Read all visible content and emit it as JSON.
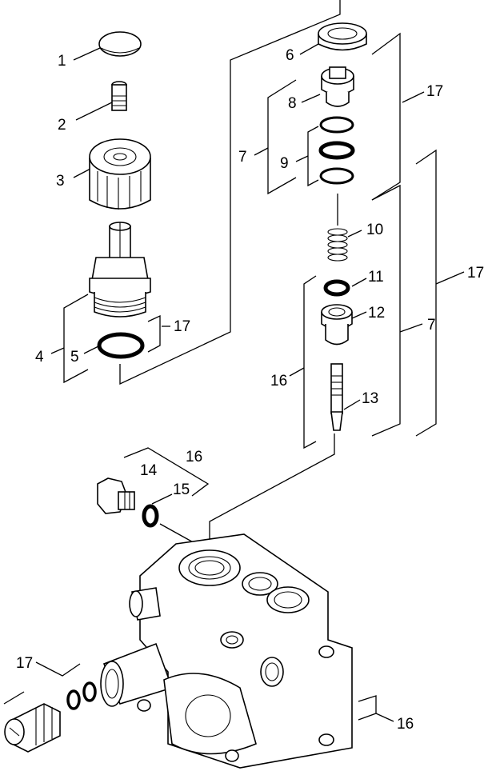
{
  "callouts": {
    "c1": "1",
    "c2": "2",
    "c3": "3",
    "c4": "4",
    "c5": "5",
    "c6": "6",
    "c7a": "7",
    "c7b": "7",
    "c8": "8",
    "c9": "9",
    "c10": "10",
    "c11": "11",
    "c12": "12",
    "c13": "13",
    "c14": "14",
    "c15": "15",
    "c16a": "16",
    "c16b": "16",
    "c16c": "16",
    "c17a": "17",
    "c17b": "17",
    "c17c": "17",
    "c17d": "17"
  }
}
